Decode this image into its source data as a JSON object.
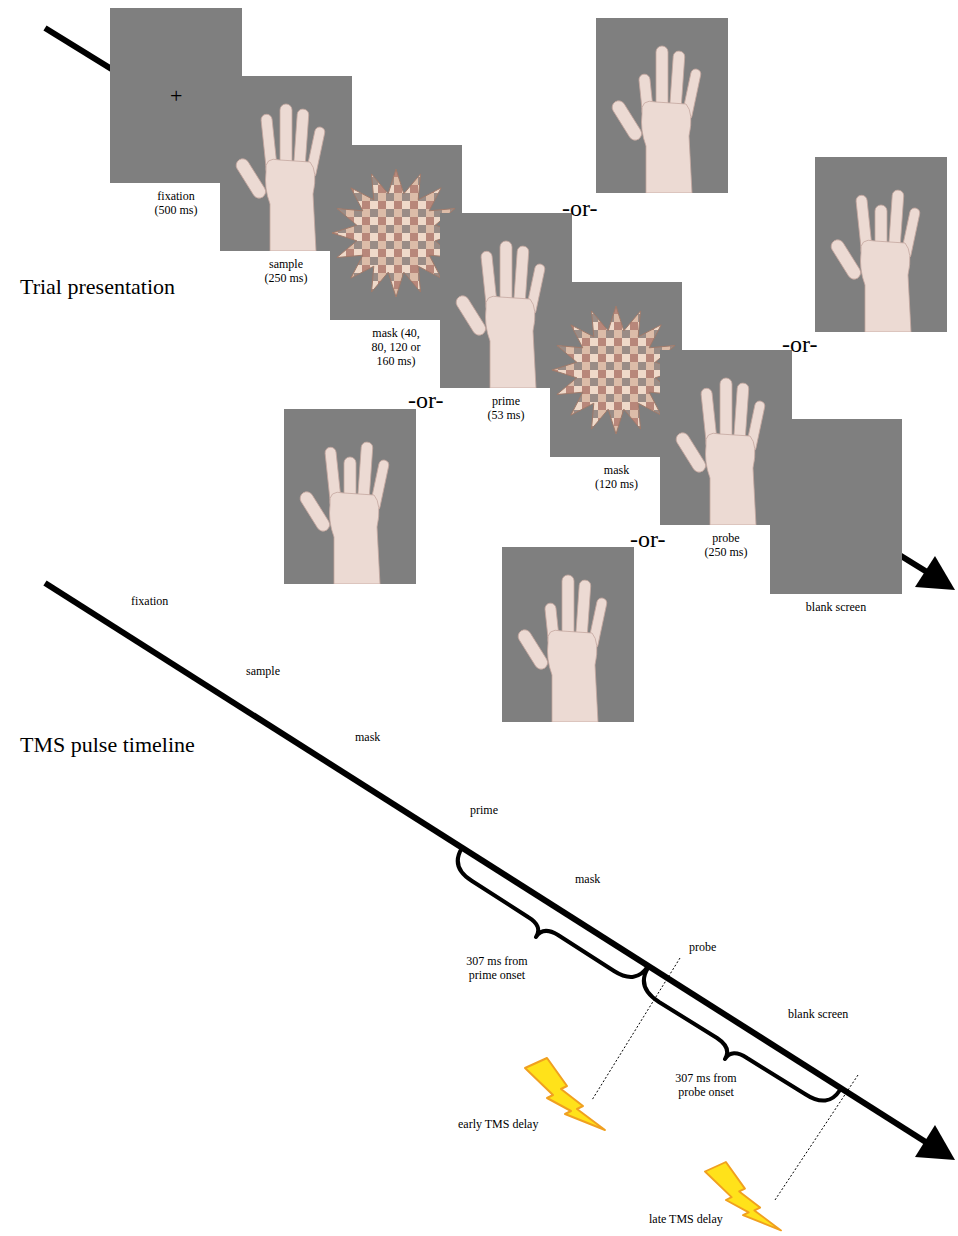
{
  "diagram": {
    "nodes": [
      {
        "text": [
          "+",
          "fixation (500 ms)"
        ]
      },
      {
        "text": [
          "sample (250 ms)"
        ]
      },
      {
        "text": [
          "mask (40, 80, 120 or 160 ms)"
        ]
      },
      {
        "text": [
          "prime (53 ms)"
        ]
      },
      {
        "text": [
          "mask (120 ms)"
        ]
      },
      {
        "text": [
          "probe (250 ms)"
        ]
      },
      {
        "text": [
          "blank screen"
        ]
      }
    ],
    "labels": [
      "Trial presentation",
      "-or-",
      "-or-",
      "-or-",
      "-or-",
      "TMS pulse timeline",
      "fixation",
      "sample",
      "mask",
      "prime",
      "mask",
      "probe",
      "blank screen",
      "307 ms from prime onset",
      "307 ms from probe onset",
      "early TMS delay",
      "late TMS delay"
    ]
  }
}
